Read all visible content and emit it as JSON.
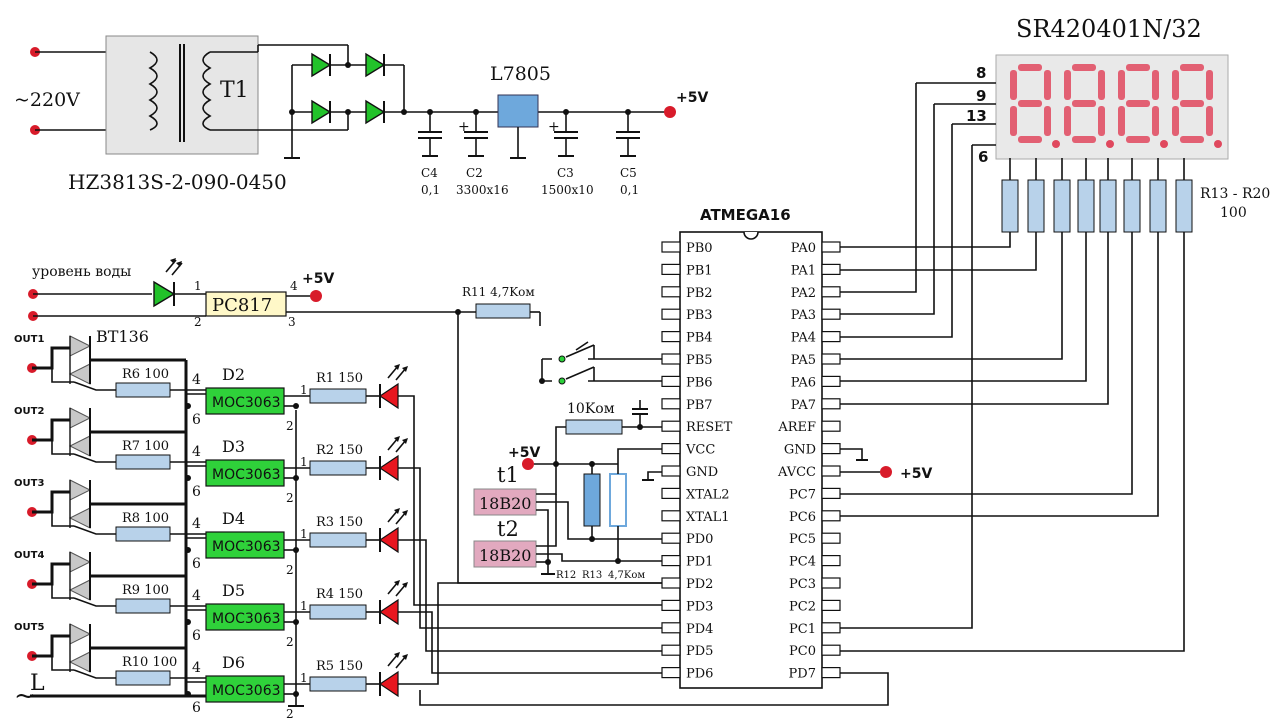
{
  "power": {
    "mains_label": "~220V",
    "transformer_ref": "T1",
    "transformer_part": "HZ3813S-2-090-0450",
    "regulator": "L7805",
    "vout": "+5V",
    "caps": [
      {
        "ref": "C4",
        "value": "0,1"
      },
      {
        "ref": "C2",
        "value": "3300x16"
      },
      {
        "ref": "C3",
        "value": "1500x10"
      },
      {
        "ref": "C5",
        "value": "0,1"
      }
    ]
  },
  "display": {
    "part": "SR420401N/32",
    "pins": [
      "8",
      "9",
      "13",
      "6"
    ],
    "resistors": "R13 - R20",
    "resistor_value": "100",
    "digit_color": "#e0485e"
  },
  "mcu": {
    "name": "ATMEGA16",
    "left_pins": [
      "PB0",
      "PB1",
      "PB2",
      "PB3",
      "PB4",
      "PB5",
      "PB6",
      "PB7",
      "RESET",
      "VCC",
      "GND",
      "XTAL2",
      "XTAL1",
      "PD0",
      "PD1",
      "PD2",
      "PD3",
      "PD4",
      "PD5",
      "PD6"
    ],
    "right_pins": [
      "PA0",
      "PA1",
      "PA2",
      "PA3",
      "PA4",
      "PA5",
      "PA6",
      "PA7",
      "AREF",
      "GND",
      "AVCC",
      "PC7",
      "PC6",
      "PC5",
      "PC4",
      "PC3",
      "PC2",
      "PC1",
      "PC0",
      "PD7"
    ],
    "avcc_supply": "+5V"
  },
  "water": {
    "label": "уровень воды",
    "optocoupler": "PC817",
    "pins": [
      "1",
      "2",
      "4",
      "3"
    ],
    "supply": "+5V",
    "pullup": "R11 4,7Kом"
  },
  "reset": {
    "resistor": "10Kом",
    "supply": "+5V"
  },
  "sensors": {
    "t1": "t1",
    "t2": "t2",
    "part": "18B20",
    "pullups": [
      "R12",
      "R13",
      "4,7Kом"
    ]
  },
  "outputs": {
    "triac": "BT136",
    "ground_label": "L",
    "tilde": "~",
    "driver_pins": [
      "4",
      "6",
      "1",
      "2"
    ],
    "channels": [
      {
        "out": "OUT1",
        "gate_r": "R6 100",
        "driver_ref": "D2",
        "driver": "MOC3063",
        "led_r": "R1 150"
      },
      {
        "out": "OUT2",
        "gate_r": "R7 100",
        "driver_ref": "D3",
        "driver": "MOC3063",
        "led_r": "R2 150"
      },
      {
        "out": "OUT3",
        "gate_r": "R8 100",
        "driver_ref": "D4",
        "driver": "MOC3063",
        "led_r": "R3 150"
      },
      {
        "out": "OUT4",
        "gate_r": "R9 100",
        "driver_ref": "D5",
        "driver": "MOC3063",
        "led_r": "R4 150"
      },
      {
        "out": "OUT5",
        "gate_r": "R10 100",
        "driver_ref": "D6",
        "driver": "MOC3063",
        "led_r": "R5 150"
      }
    ]
  },
  "colors": {
    "terminal": "#d81b2a",
    "diode_green": "#22c22a",
    "led_red": "#e8161f",
    "resistor": "#b8d2ea",
    "regulator": "#6ea8dc",
    "driver": "#2fd13a",
    "sensor": "#e2a9bf",
    "optocoupler": "#fff8c8",
    "transformer": "#e6e6e6",
    "triac": "#c8c8c8"
  }
}
